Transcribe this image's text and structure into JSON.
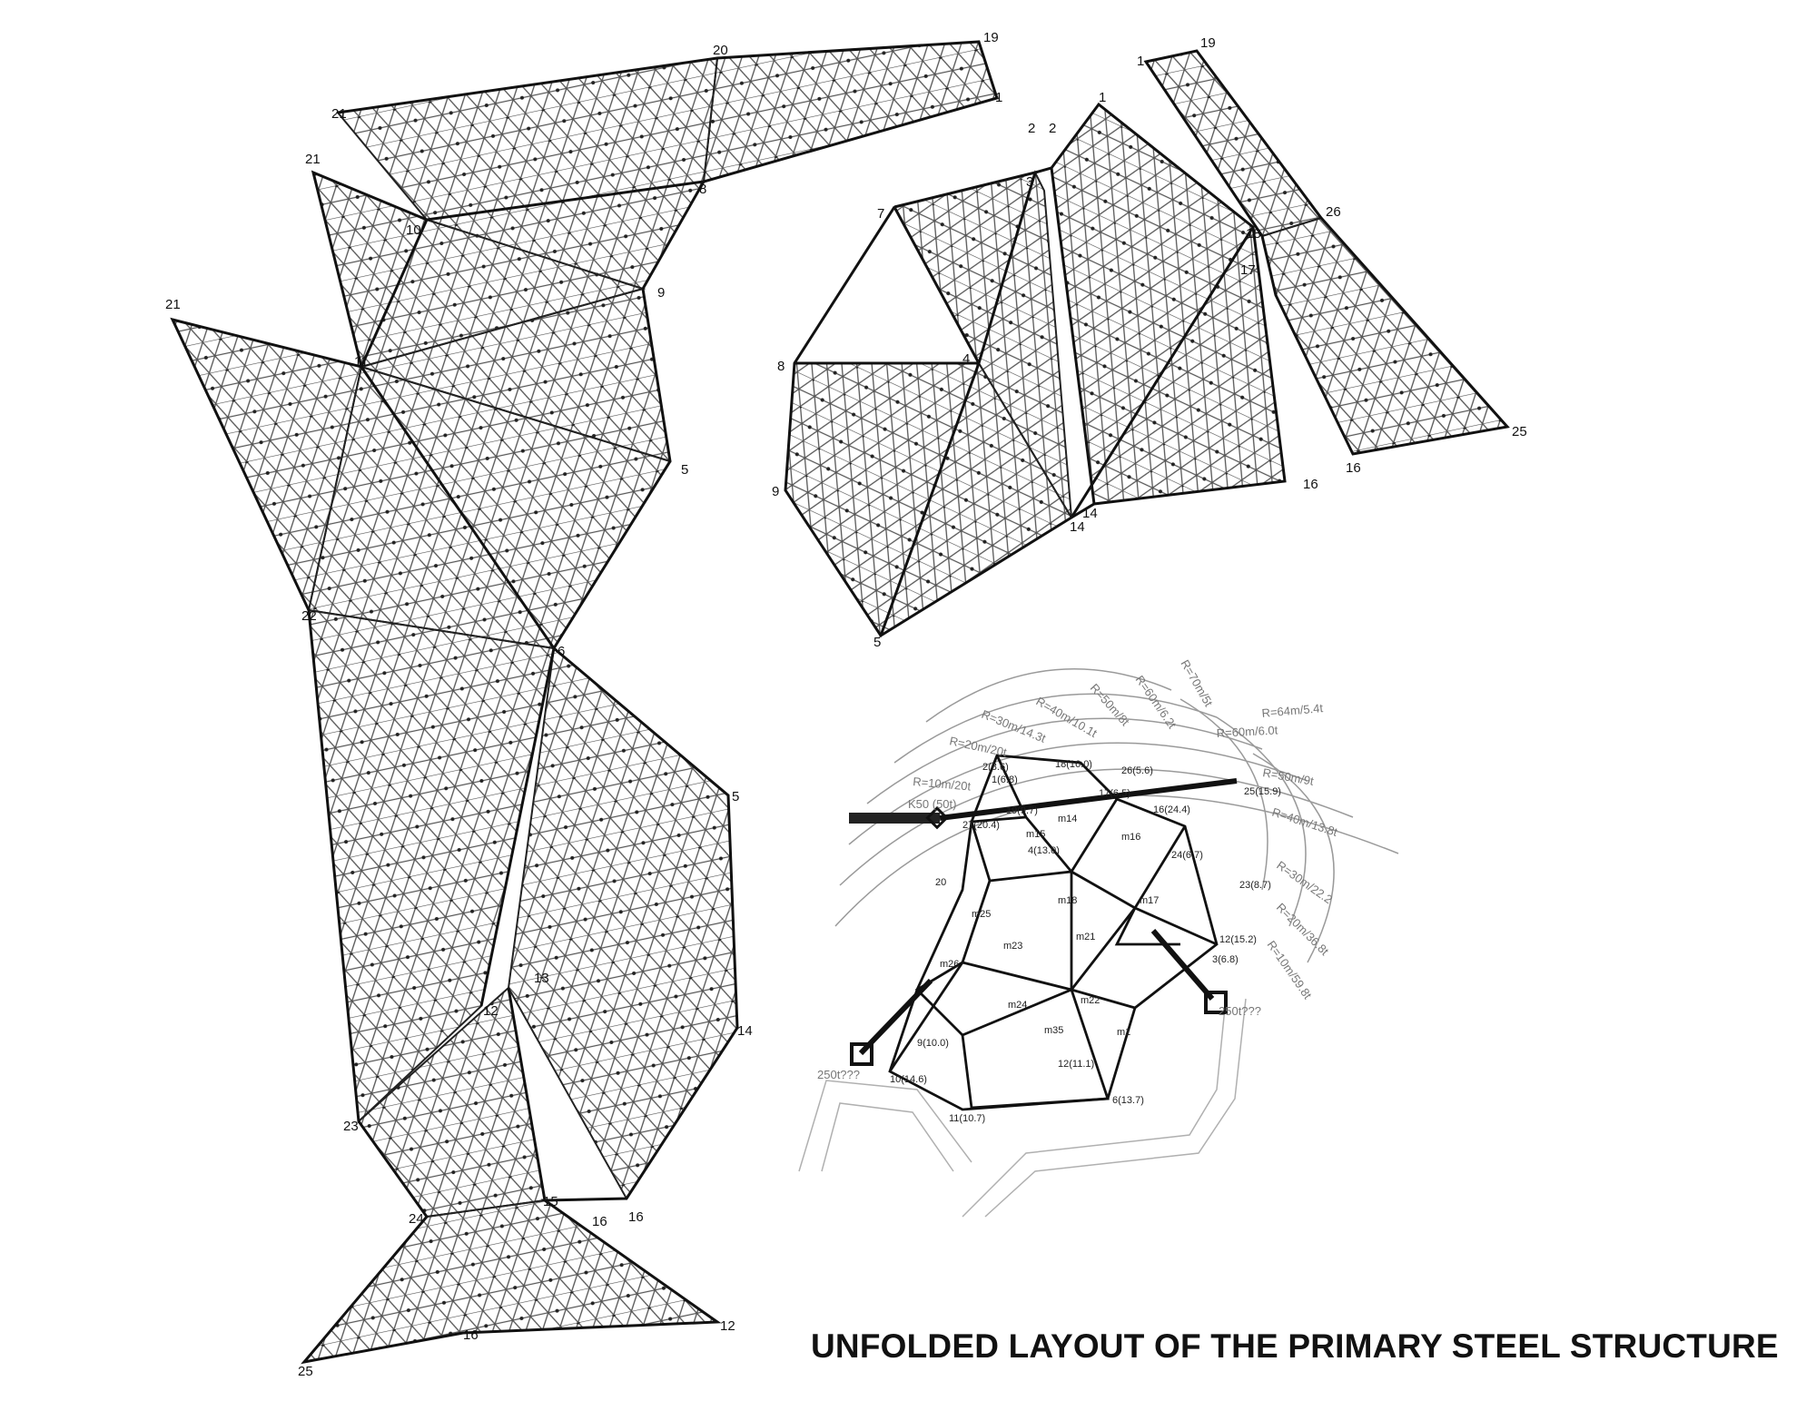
{
  "title": "UNFOLDED LAYOUT OF THE PRIMARY STEEL STRUCTURE",
  "colors": {
    "line": "#222222",
    "grid": "#555555",
    "contour": "#9a9a9a",
    "ink": "#111111"
  },
  "panel_node_labels": {
    "left_panel": [
      "20",
      "19",
      "21",
      "21",
      "21",
      "10",
      "8",
      "9",
      "11",
      "5",
      "22",
      "6",
      "5",
      "13",
      "12",
      "14",
      "23",
      "24",
      "15",
      "16",
      "16",
      "16",
      "12",
      "25"
    ],
    "mid_panel": [
      "1",
      "2",
      "2",
      "3",
      "7",
      "8",
      "4",
      "9",
      "14",
      "14",
      "5"
    ],
    "right_panel": [
      "1",
      "1",
      "19",
      "26",
      "18",
      "17",
      "25",
      "16",
      "16"
    ]
  },
  "crane_radius_labels": [
    "R=70m/5t",
    "R=60m/6.2t",
    "R=50m/8t",
    "R=40m/10.1t",
    "R=30m/14.3t",
    "R=20m/20t",
    "R=10m/20t",
    "K50 (50t)",
    "R=64m/5.4t",
    "R=60m/6.0t",
    "R=50m/9t",
    "R=40m/13.8t",
    "R=30m/22.2",
    "R=20m/36.8t",
    "R=10m/59.8t",
    "250t???",
    "250t???"
  ],
  "plan_point_labels": [
    "18(16.0)",
    "26(5.6)",
    "1(6.8)",
    "2(8.6)",
    "17(6.5)",
    "25(15.9)",
    "19(9.7)",
    "27(20.4)",
    "16(24.4)",
    "4(13.0)",
    "24(6.7)",
    "20",
    "23(8.7)",
    "12(15.2)",
    "3(6.8)",
    "9(10.0)",
    "10(14.6)",
    "11(10.7)",
    "12(11.1)",
    "6(13.7)",
    "m14",
    "m15",
    "m16",
    "m17",
    "m18",
    "m21",
    "m22",
    "m23",
    "m24",
    "m25",
    "m26",
    "m35",
    "m1"
  ]
}
